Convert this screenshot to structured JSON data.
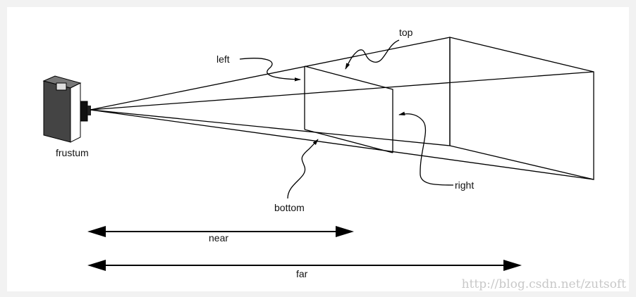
{
  "labels": {
    "left": "left",
    "top": "top",
    "right": "right",
    "bottom": "bottom",
    "camera": "frustum",
    "near": "near",
    "far": "far"
  },
  "watermark": "http://blog.csdn.net/zutsoft",
  "colors": {
    "background": "#f2f2f2",
    "canvas": "#ffffff",
    "ink": "#000000",
    "watermark": "#c8c8c8"
  }
}
